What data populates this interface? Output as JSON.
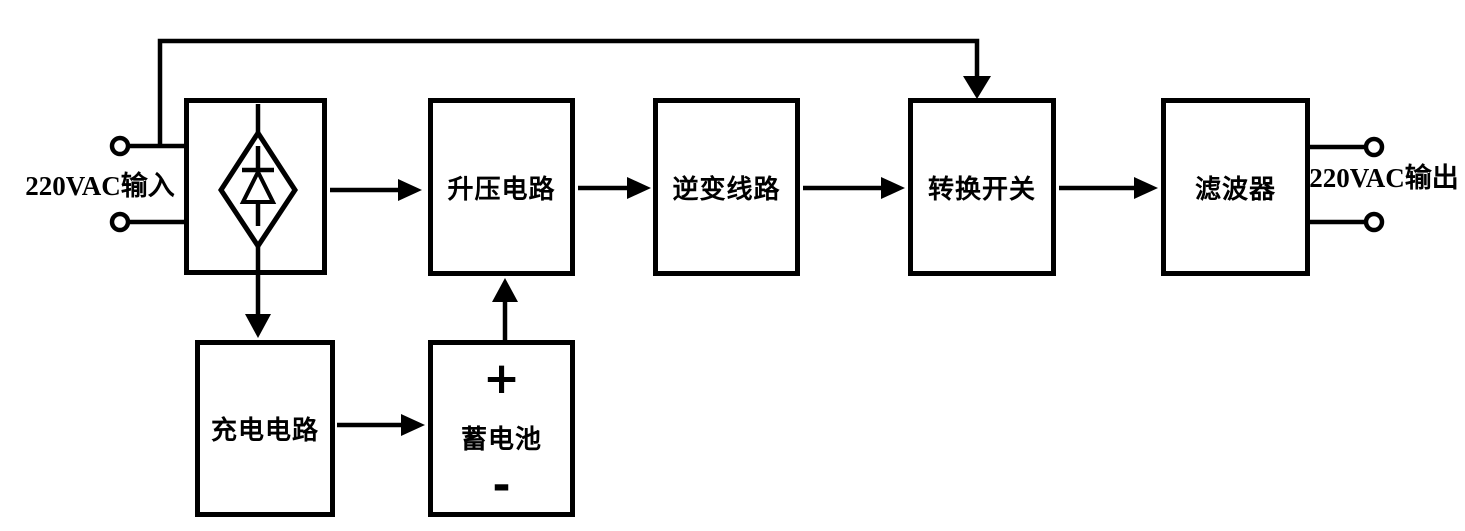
{
  "diagram": {
    "io": {
      "input_label": "220VAC输入",
      "output_label": "220VAC输出"
    },
    "blocks": {
      "boost": {
        "label": "升压电路"
      },
      "inverter": {
        "label": "逆变线路"
      },
      "transfer": {
        "label": "转换开关"
      },
      "filter": {
        "label": "滤波器"
      },
      "charger": {
        "label": "充电电路"
      },
      "battery": {
        "plus": "+",
        "label": "蓄电池",
        "minus": "-"
      }
    },
    "icons": {
      "rectifier_symbol": "diode-in-diamond",
      "terminal_style": "open-circle-terminal",
      "arrow_style": "filled-triangle-arrowhead"
    },
    "colors": {
      "line": "#000000",
      "background": "#ffffff"
    }
  }
}
